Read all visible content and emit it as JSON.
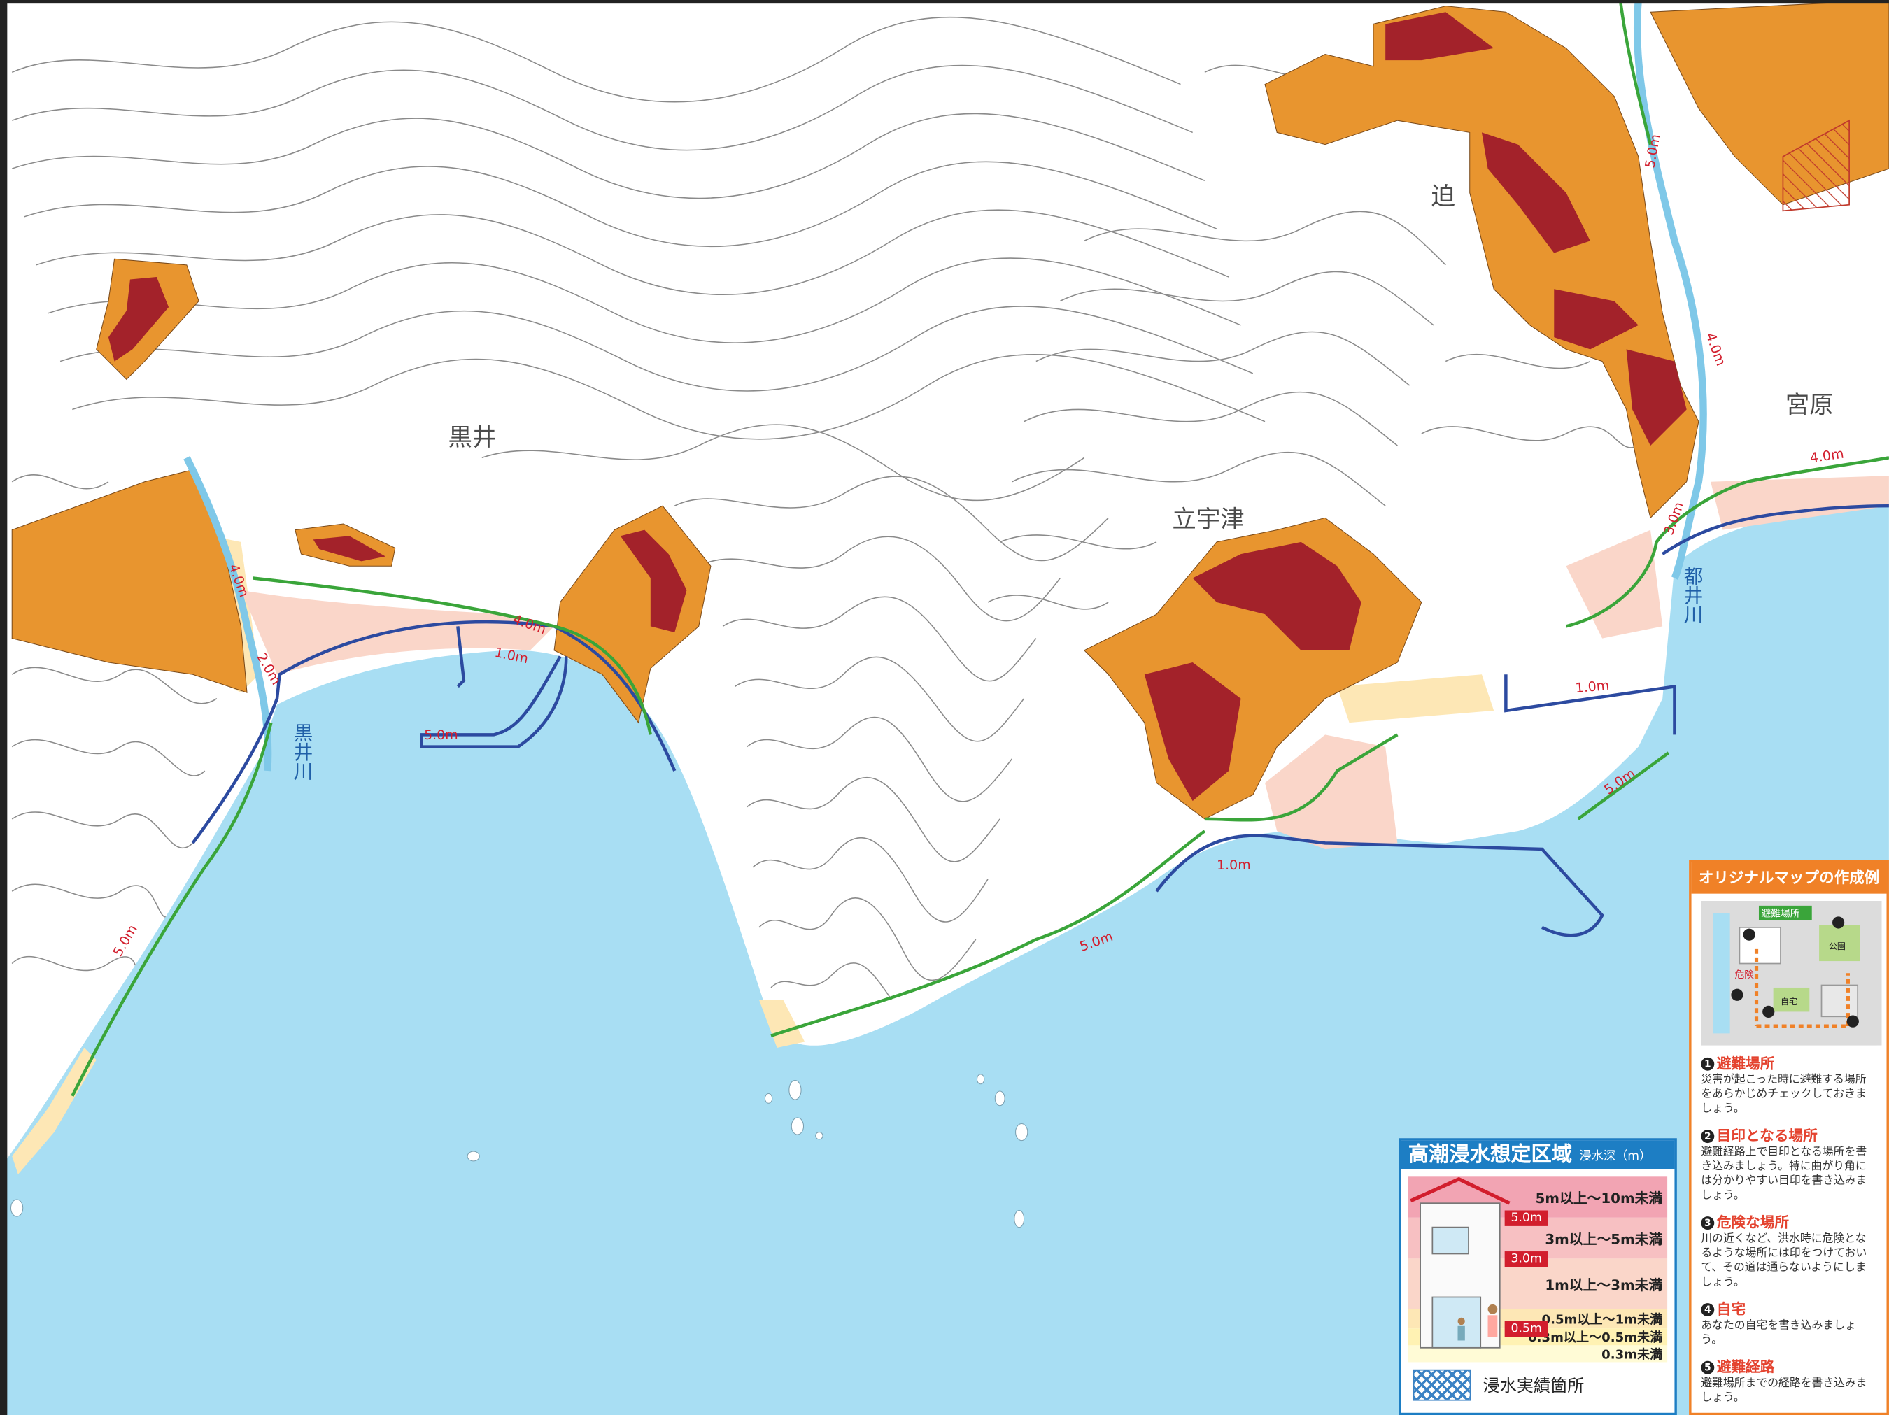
{
  "map": {
    "places": [
      {
        "id": "kuroi",
        "name": "黒井"
      },
      {
        "id": "tachiuzu",
        "name": "立宇津"
      },
      {
        "id": "sako",
        "name": "迫"
      },
      {
        "id": "miyabara",
        "name": "宮原"
      }
    ],
    "rivers": [
      {
        "id": "kuroi-river",
        "name": "黒井川"
      },
      {
        "id": "tsui-river",
        "name": "都井川"
      }
    ],
    "depth_labels": [
      "4.0m",
      "2.0m",
      "4.0m",
      "1.0m",
      "5.0m",
      "5.0m",
      "1.0m",
      "5.0m",
      "1.0m",
      "5.0m",
      "3.0m",
      "4.0m",
      "4.0m",
      "5.0m"
    ],
    "colors": {
      "sea": "#a8def3",
      "land": "#ffffff",
      "contour": "#8a8a8a",
      "landslide_zone": "#e8952f",
      "landslide_special_zone": "#a3222a",
      "flood_line_blue": "#2c4aa0",
      "flood_line_green": "#3aa53a",
      "depth_label": "#d21e2d"
    }
  },
  "legend": {
    "title": "高潮浸水想定区域",
    "unit": "浸水深（m）",
    "bands": [
      {
        "label": "5m以上～10m未満",
        "color": "#f2a4b3"
      },
      {
        "label": "3m以上～5m未満",
        "color": "#f7c0c2"
      },
      {
        "label": "1m以上～3m未満",
        "color": "#fad6c9"
      },
      {
        "label": "0.5m以上～1m未満",
        "color": "#fde7b5"
      },
      {
        "label": "0.3m以上～0.5m未満",
        "color": "#fff2b3"
      },
      {
        "label": "0.3m未満",
        "color": "#fffbd6"
      }
    ],
    "markers": [
      "5.0m",
      "3.0m",
      "0.5m"
    ],
    "hatch_label": "浸水実績箇所"
  },
  "guide": {
    "title": "オリジナルマップの作成例",
    "mini_labels": {
      "shelter": "避難場所",
      "park": "公園",
      "danger": "危険",
      "home": "自宅"
    },
    "items": [
      {
        "num": "1",
        "title": "避難場所",
        "text": "災害が起こった時に避難する場所をあらかじめチェックしておきましょう。"
      },
      {
        "num": "2",
        "title": "目印となる場所",
        "text": "避難経路上で目印となる場所を書き込みましょう。特に曲がり角には分かりやすい目印を書き込みましょう。"
      },
      {
        "num": "3",
        "title": "危険な場所",
        "text": "川の近くなど、洪水時に危険となるような場所には印をつけておいて、その道は通らないようにしましょう。"
      },
      {
        "num": "4",
        "title": "自宅",
        "text": "あなたの自宅を書き込みましょう。"
      },
      {
        "num": "5",
        "title": "避難経路",
        "text": "避難場所までの経路を書き込みましょう。"
      }
    ]
  }
}
